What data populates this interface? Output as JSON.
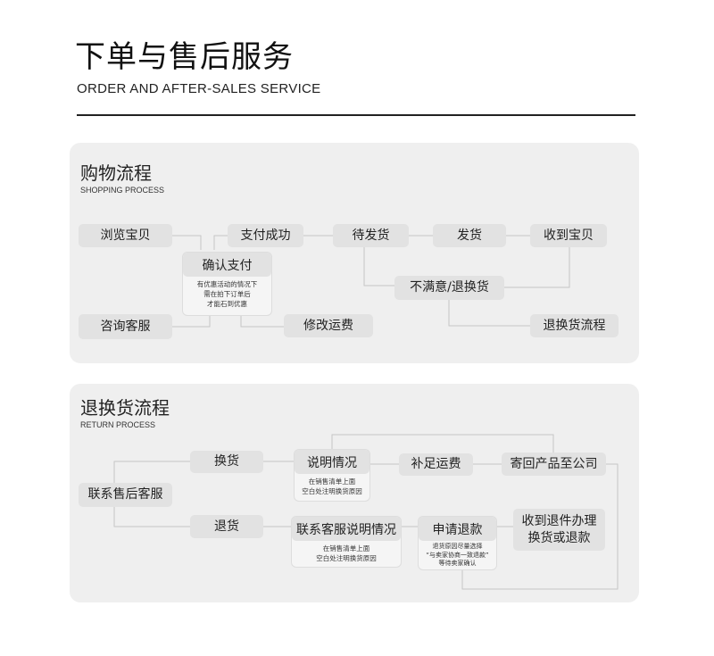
{
  "header": {
    "title": "下单与售后服务",
    "subtitle": "ORDER AND AFTER-SALES SERVICE"
  },
  "shopping": {
    "title": "购物流程",
    "subtitle": "SHOPPING PROCESS",
    "browse": "浏览宝贝",
    "pay_success": "支付成功",
    "await_ship": "待发货",
    "ship": "发货",
    "received": "收到宝贝",
    "confirm_pay": "确认支付",
    "confirm_note": [
      "有优惠活动的情况下",
      "需在拍下订单后",
      "才能石到优惠"
    ],
    "unsatisfied": "不满意/退换货",
    "consult": "咨询客服",
    "modify_fee": "修改运费",
    "return_flow": "退换货流程"
  },
  "returns": {
    "title": "退换货流程",
    "subtitle": "RETURN PROCESS",
    "contact": "联系售后客服",
    "exchange": "换货",
    "explain": "说明情况",
    "explain_note": [
      "在销售清单上面",
      "空白处注明换货原因"
    ],
    "add_fee": "补足运费",
    "send_back": "寄回产品至公司",
    "return": "退货",
    "contact_explain": "联系客服说明情况",
    "contact_explain_note": [
      "在销售清单上面",
      "空白处注明换货原因"
    ],
    "refund": "申请退款",
    "refund_note": [
      "退货原因尽量选择",
      "“与卖家协商一致退款”",
      "等待卖家确认"
    ],
    "finish": [
      "收到退件办理",
      "换货或退款"
    ]
  }
}
